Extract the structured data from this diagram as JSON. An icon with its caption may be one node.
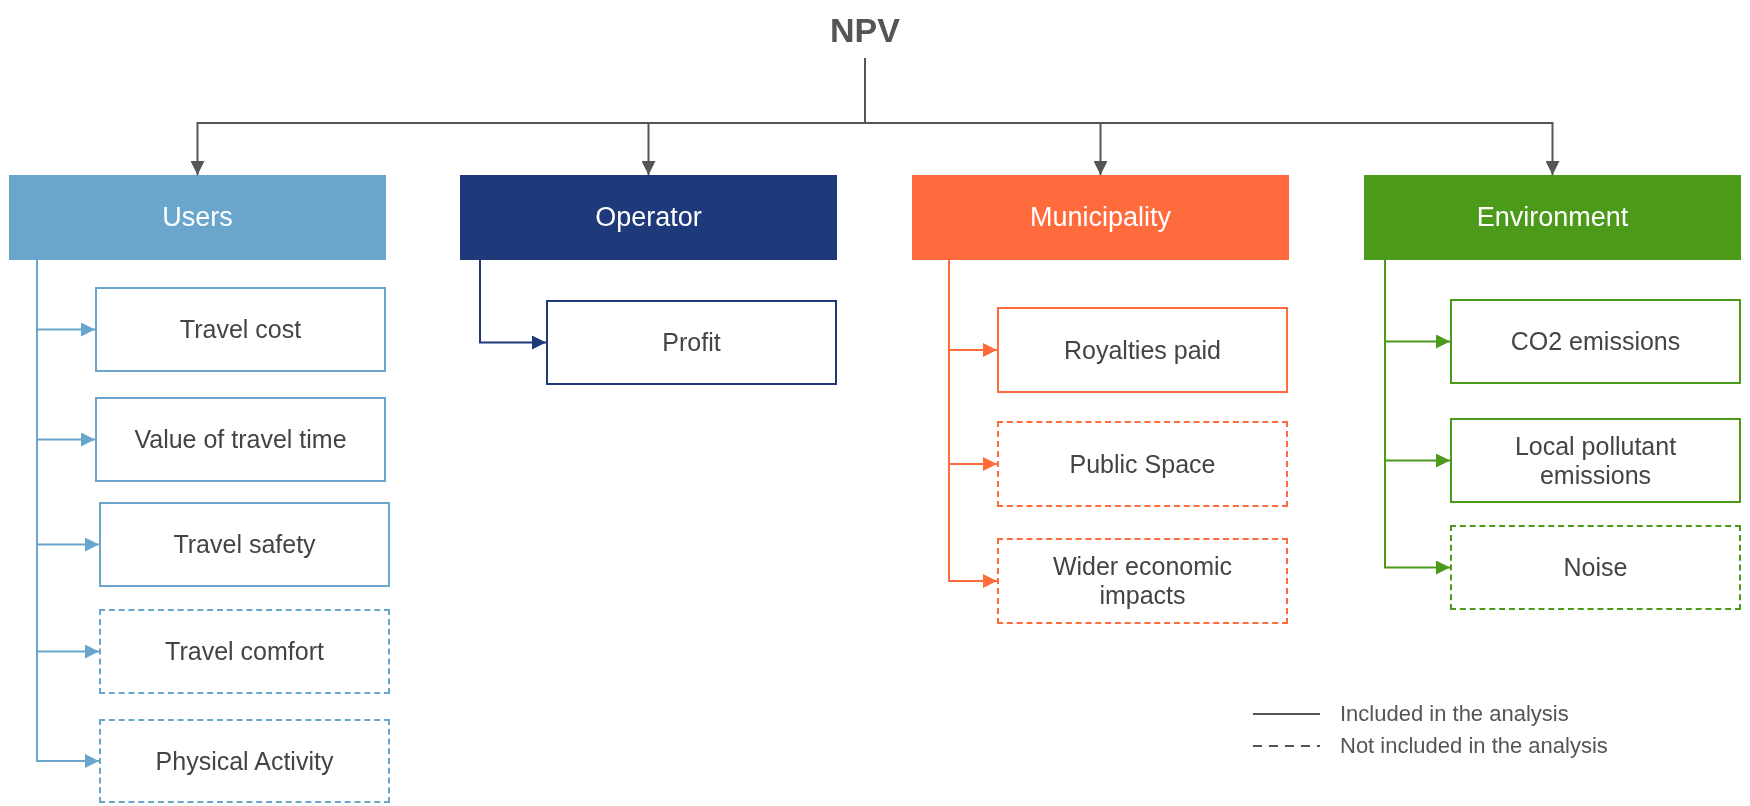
{
  "diagram": {
    "nodes": [
      {
        "text": [
          "NPV"
        ]
      },
      {
        "text": [
          "Users"
        ]
      },
      {
        "text": [
          "Operator"
        ]
      },
      {
        "text": [
          "Municipality"
        ]
      },
      {
        "text": [
          "Environment"
        ]
      },
      {
        "text": [
          "Travel cost"
        ]
      },
      {
        "text": [
          "Value of travel time"
        ]
      },
      {
        "text": [
          "Travel safety"
        ]
      },
      {
        "text": [
          "Travel comfort"
        ]
      },
      {
        "text": [
          "Physical Activity"
        ]
      },
      {
        "text": [
          "Profit"
        ]
      },
      {
        "text": [
          "Royalties paid"
        ]
      },
      {
        "text": [
          "Public Space"
        ]
      },
      {
        "text": [
          "Wider economic impacts"
        ]
      },
      {
        "text": [
          "CO2 emissions"
        ]
      },
      {
        "text": [
          "Local pollutant emissions"
        ]
      },
      {
        "text": [
          "Noise"
        ]
      }
    ],
    "edges": [
      {
        "from": 0,
        "to": 1,
        "arrow": "to",
        "color": "#555555"
      },
      {
        "from": 0,
        "to": 2,
        "arrow": "to",
        "color": "#555555"
      },
      {
        "from": 0,
        "to": 3,
        "arrow": "to",
        "color": "#555555"
      },
      {
        "from": 0,
        "to": 4,
        "arrow": "to",
        "color": "#555555"
      },
      {
        "from": 1,
        "to": 5,
        "arrow": "to",
        "color": "#6aa6cc"
      },
      {
        "from": 1,
        "to": 6,
        "arrow": "to",
        "color": "#6aa6cc"
      },
      {
        "from": 1,
        "to": 7,
        "arrow": "to",
        "color": "#6aa6cc"
      },
      {
        "from": 1,
        "to": 8,
        "arrow": "to",
        "color": "#6aa6cc"
      },
      {
        "from": 1,
        "to": 9,
        "arrow": "to",
        "color": "#6aa6cc"
      },
      {
        "from": 2,
        "to": 10,
        "arrow": "to",
        "color": "#1f3a7a"
      },
      {
        "from": 3,
        "to": 11,
        "arrow": "to",
        "color": "#ff6b3d"
      },
      {
        "from": 3,
        "to": 12,
        "arrow": "to",
        "color": "#ff6b3d"
      },
      {
        "from": 3,
        "to": 13,
        "arrow": "to",
        "color": "#ff6b3d"
      },
      {
        "from": 4,
        "to": 14,
        "arrow": "to",
        "color": "#4c9a1a"
      },
      {
        "from": 4,
        "to": 15,
        "arrow": "to",
        "color": "#4c9a1a"
      },
      {
        "from": 4,
        "to": 16,
        "arrow": "to",
        "color": "#4c9a1a"
      }
    ],
    "legend": [
      {
        "text": "Included in the analysis"
      },
      {
        "text": "Not included in the analysis"
      }
    ]
  }
}
